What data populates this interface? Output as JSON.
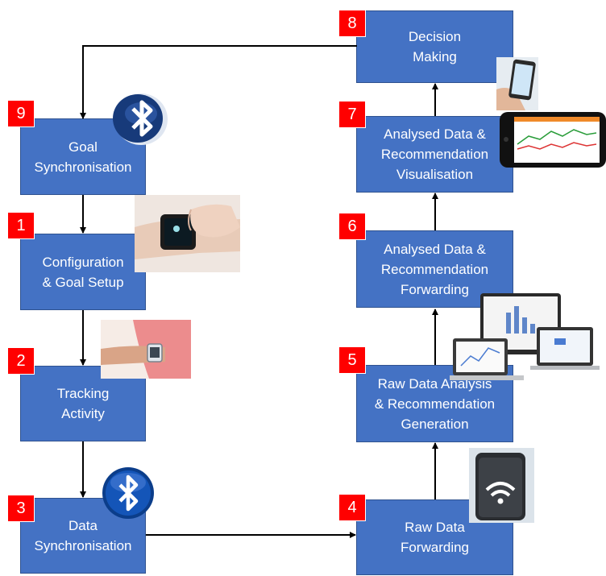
{
  "steps": {
    "s1": {
      "number": "1",
      "label": "Configuration\n& Goal Setup"
    },
    "s2": {
      "number": "2",
      "label": "Tracking\nActivity"
    },
    "s3": {
      "number": "3",
      "label": "Data\nSynchronisation"
    },
    "s4": {
      "number": "4",
      "label": "Raw Data\nForwarding"
    },
    "s5": {
      "number": "5",
      "label": "Raw Data Analysis\n& Recommendation\nGeneration"
    },
    "s6": {
      "number": "6",
      "label": "Analysed Data &\nRecommendation\nForwarding"
    },
    "s7": {
      "number": "7",
      "label": "Analysed Data &\nRecommendation\nVisualisation"
    },
    "s8": {
      "number": "8",
      "label": "Decision\nMaking"
    },
    "s9": {
      "number": "9",
      "label": "Goal\nSynchronisation"
    }
  },
  "colors": {
    "box": "#4472c4",
    "badge": "#ff0000",
    "arrow": "#000000"
  },
  "icons": [
    "bluetooth-icon",
    "smartwatch-image",
    "wristband-image",
    "wifi-device-image",
    "laptops-image",
    "smartphone-chart-image",
    "phone-in-hand-image"
  ]
}
